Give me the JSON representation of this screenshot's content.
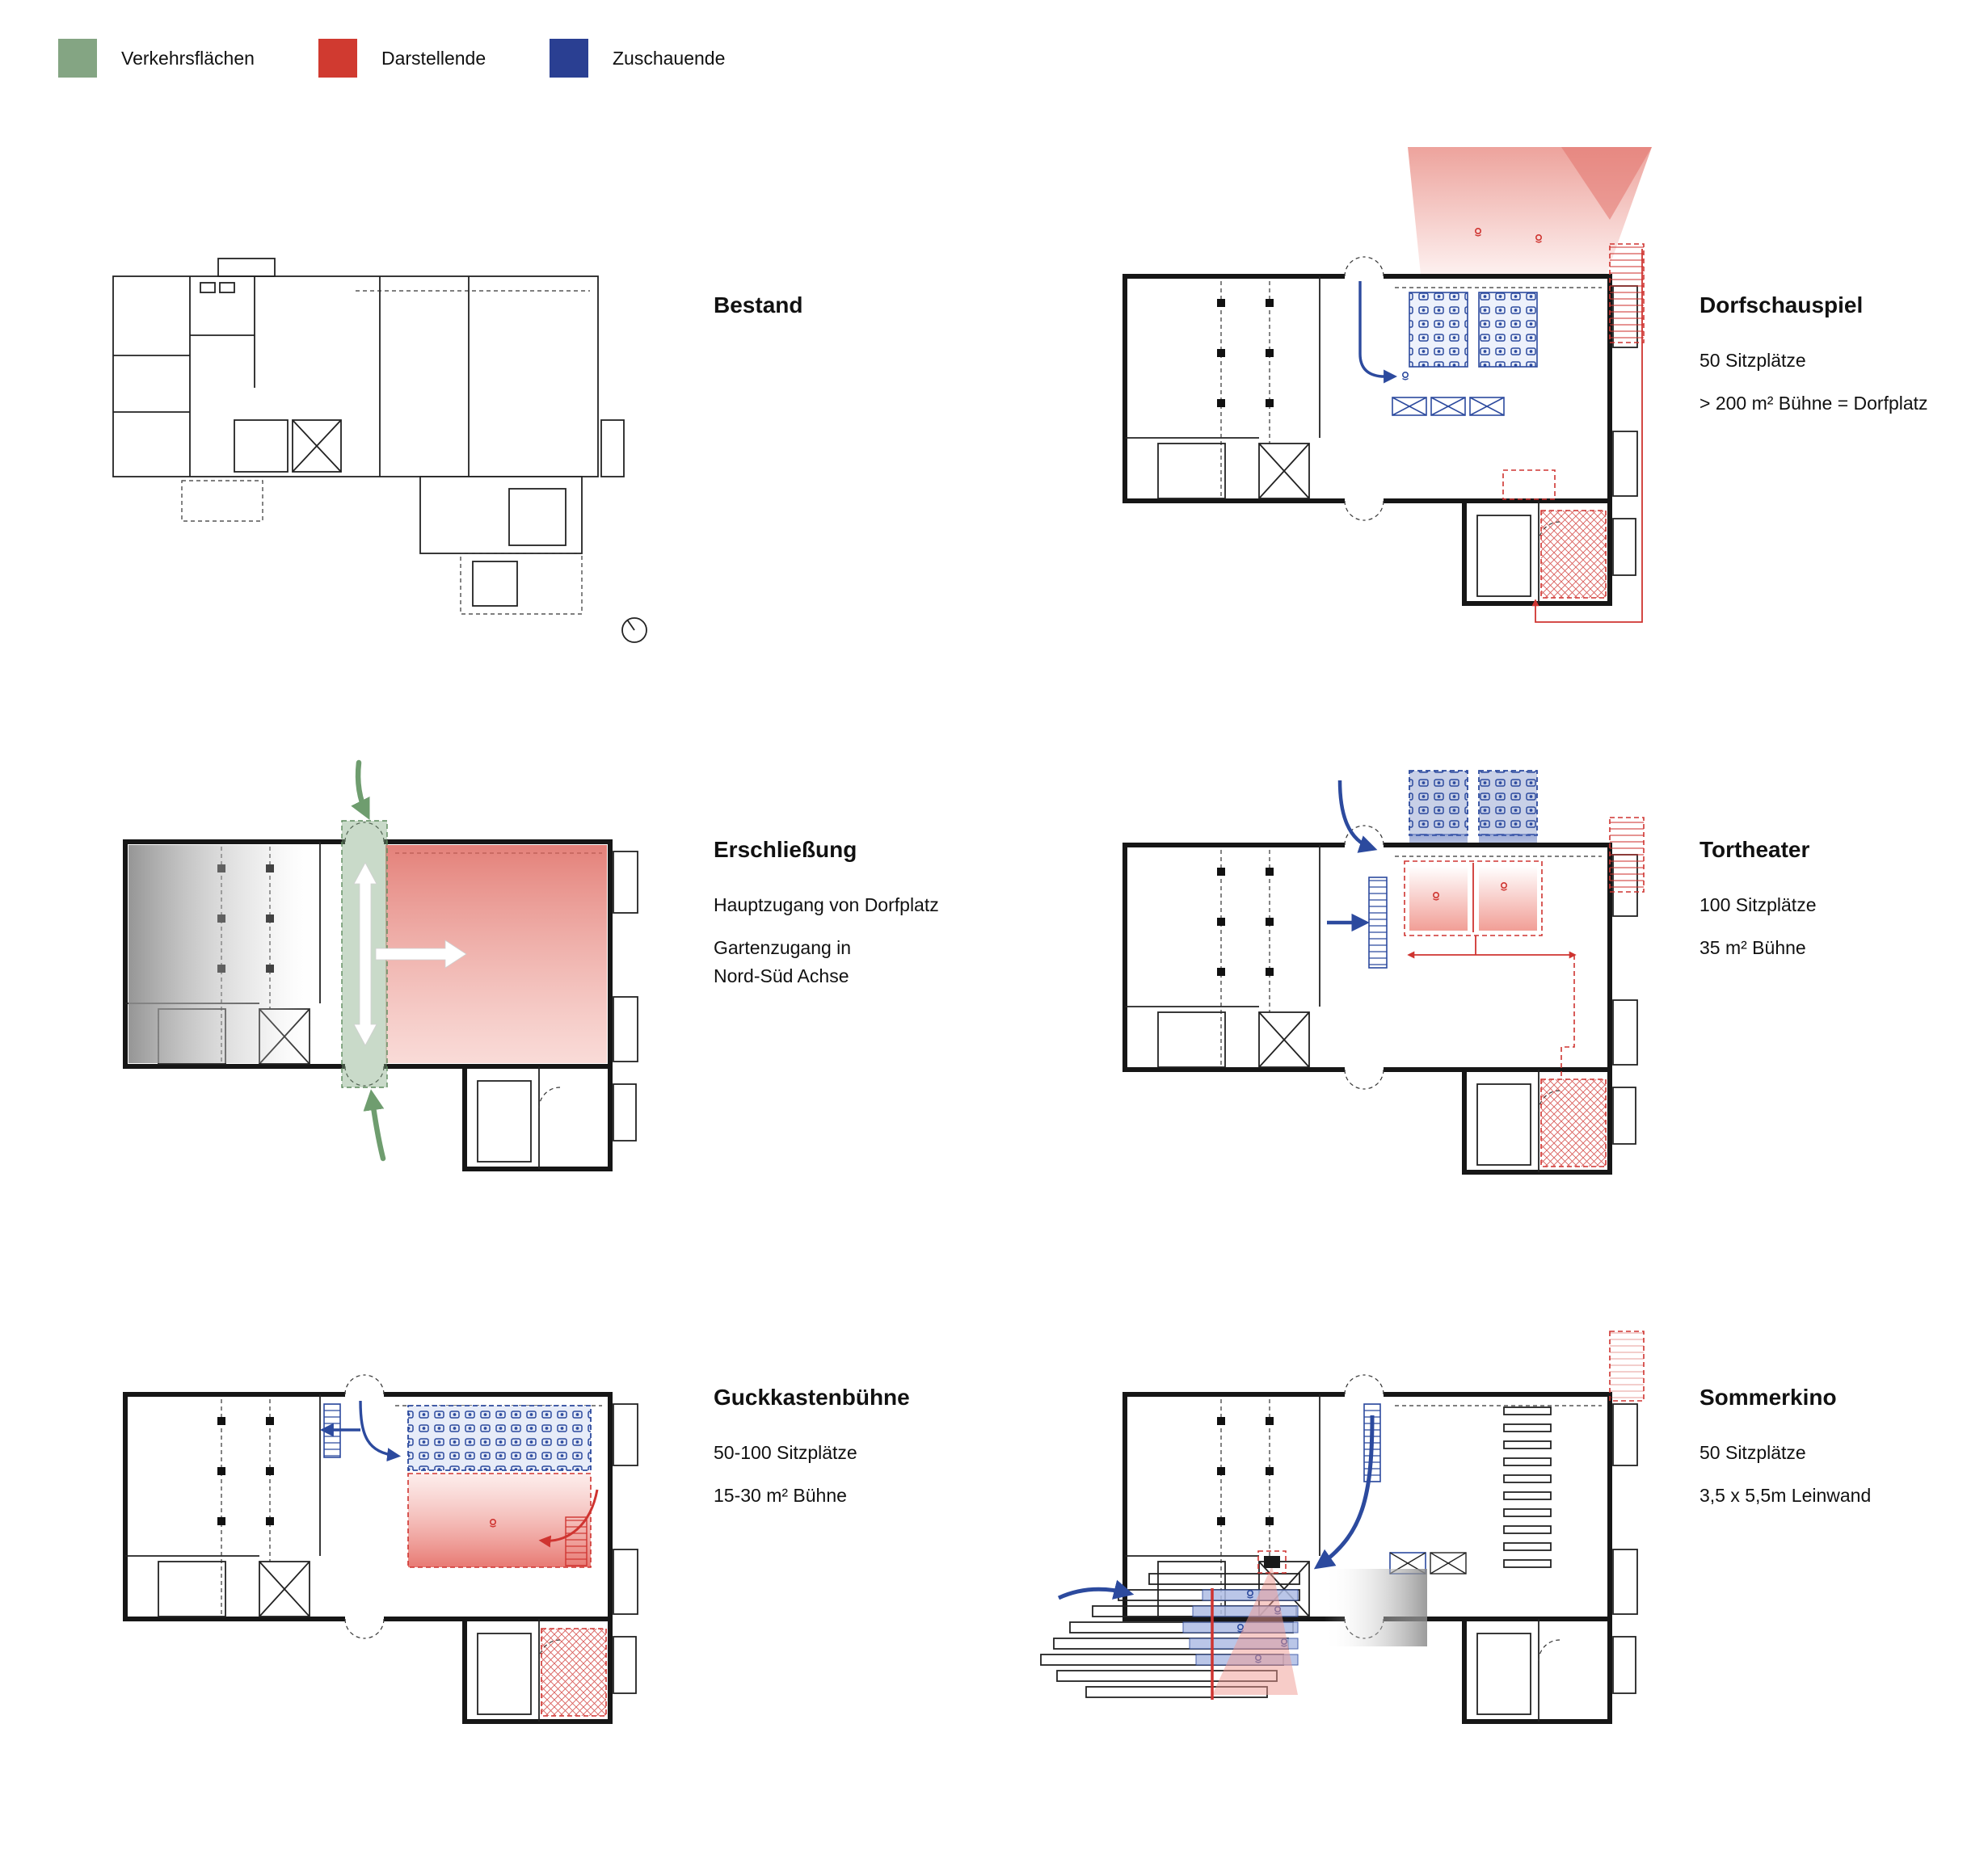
{
  "legend": {
    "items": [
      {
        "label": "Verkehrsflächen",
        "color": "#84a583"
      },
      {
        "label": "Darstellende",
        "color": "#d03a30"
      },
      {
        "label": "Zuschauende",
        "color": "#2a3f92"
      }
    ]
  },
  "panels": {
    "bestand": {
      "title": "Bestand",
      "lines": []
    },
    "dorfschauspiel": {
      "title": "Dorfschauspiel",
      "lines": [
        "50 Sitzplätze",
        "> 200 m² Bühne = Dorfplatz"
      ]
    },
    "erschliessung": {
      "title": "Erschließung",
      "lines": [
        "Hauptzugang von Dorfplatz",
        "Gartenzugang in",
        "Nord-Süd Achse"
      ]
    },
    "tortheater": {
      "title": "Tortheater",
      "lines": [
        "100 Sitzplätze",
        "35 m² Bühne"
      ]
    },
    "guckkastenbuehne": {
      "title": "Guckkastenbühne",
      "lines": [
        "50-100 Sitzplätze",
        "15-30 m² Bühne"
      ]
    },
    "sommerkino": {
      "title": "Sommerkino",
      "lines": [
        "50 Sitzplätze",
        "3,5 x 5,5m Leinwand"
      ]
    }
  }
}
